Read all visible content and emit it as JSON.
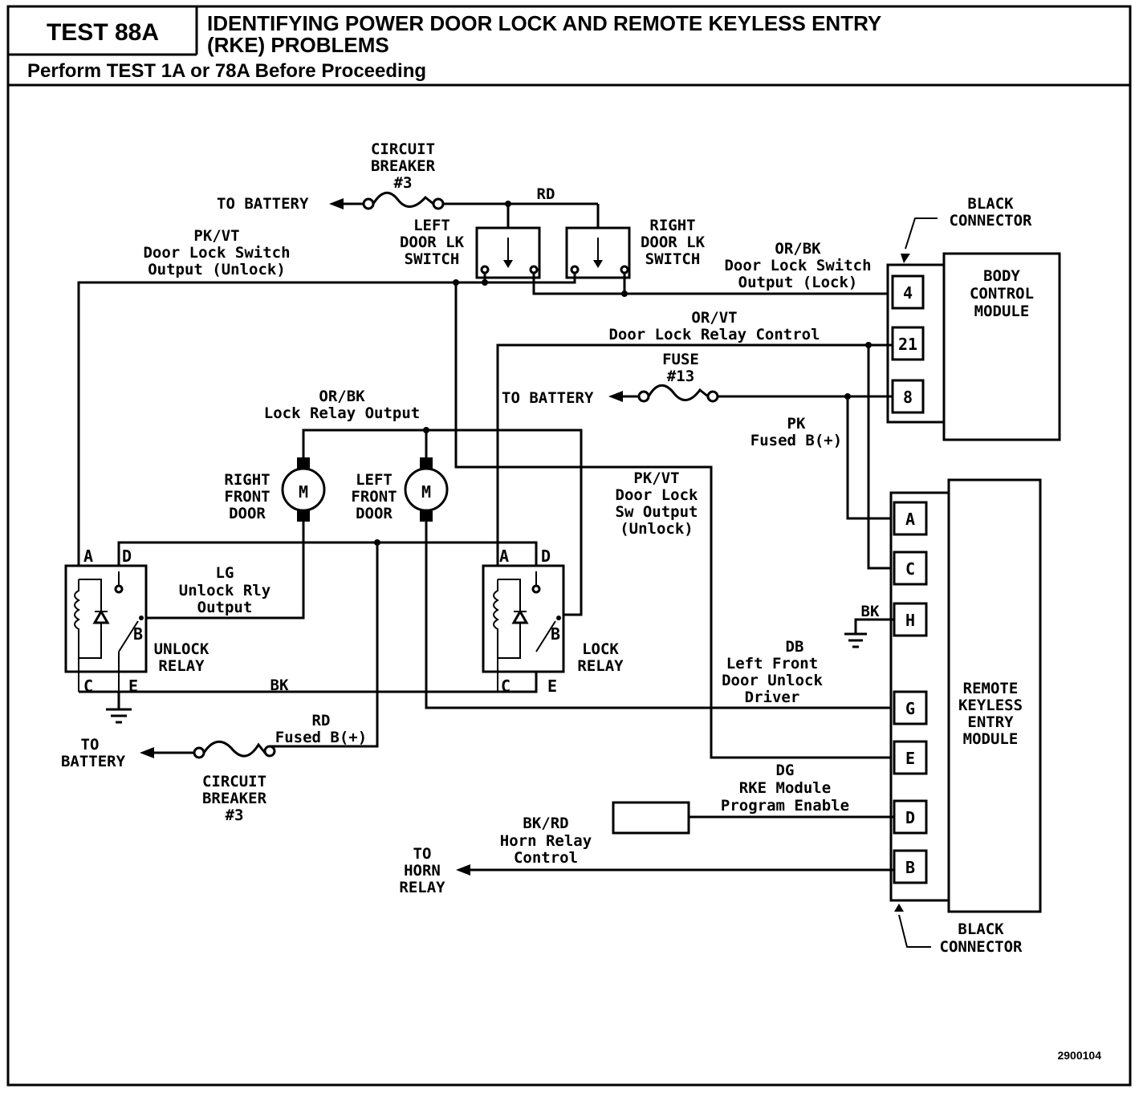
{
  "header": {
    "test_id": "TEST 88A",
    "title_line1": "IDENTIFYING POWER DOOR LOCK AND REMOTE KEYLESS ENTRY",
    "title_line2": "(RKE) PROBLEMS",
    "subtitle": "Perform TEST 1A or 78A Before Proceeding"
  },
  "labels": {
    "cb_top_1": "CIRCUIT",
    "cb_top_2": "BREAKER",
    "cb_top_3": "#3",
    "to_battery_top": "TO BATTERY",
    "rd_top": "RD",
    "left_sw_1": "LEFT",
    "left_sw_2": "DOOR LK",
    "left_sw_3": "SWITCH",
    "right_sw_1": "RIGHT",
    "right_sw_2": "DOOR LK",
    "right_sw_3": "SWITCH",
    "pkvt_1": "PK/VT",
    "pkvt_2": "Door Lock Switch",
    "pkvt_3": "Output (Unlock)",
    "orbk_1": "OR/BK",
    "orbk_2": "Door Lock Switch",
    "orbk_3": "Output (Lock)",
    "black_conn_top_1": "BLACK",
    "black_conn_top_2": "CONNECTOR",
    "bcm_1": "BODY",
    "bcm_2": "CONTROL",
    "bcm_3": "MODULE",
    "orvt_1": "OR/VT",
    "orvt_2": "Door Lock Relay Control",
    "fuse_1": "FUSE",
    "fuse_2": "#13",
    "to_battery_mid": "TO BATTERY",
    "pk_1": "PK",
    "pk_2": "Fused B(+)",
    "orbk_lock_1": "OR/BK",
    "orbk_lock_2": "Lock Relay Output",
    "rf_door_1": "RIGHT",
    "rf_door_2": "FRONT",
    "rf_door_3": "DOOR",
    "lf_door_1": "LEFT",
    "lf_door_2": "FRONT",
    "lf_door_3": "DOOR",
    "motor_m": "M",
    "pkvt_sw_1": "PK/VT",
    "pkvt_sw_2": "Door Lock",
    "pkvt_sw_3": "Sw Output",
    "pkvt_sw_4": "(Unlock)",
    "lg_1": "LG",
    "lg_2": "Unlock Rly",
    "lg_3": "Output",
    "unlock_relay_1": "UNLOCK",
    "unlock_relay_2": "RELAY",
    "lock_relay_1": "LOCK",
    "lock_relay_2": "RELAY",
    "bk_mid": "BK",
    "bk_h": "BK",
    "db_1": "DB",
    "db_2": "Left Front",
    "db_3": "Door Unlock",
    "db_4": "Driver",
    "rke_1": "REMOTE",
    "rke_2": "KEYLESS",
    "rke_3": "ENTRY",
    "rke_4": "MODULE",
    "rd_fused_1": "RD",
    "rd_fused_2": "Fused B(+)",
    "to_battery_low_1": "TO",
    "to_battery_low_2": "BATTERY",
    "cb_low_1": "CIRCUIT",
    "cb_low_2": "BREAKER",
    "cb_low_3": "#3",
    "dg_1": "DG",
    "dg_2": "RKE Module",
    "dg_3": "Program Enable",
    "bkrd_1": "BK/RD",
    "bkrd_2": "Horn Relay",
    "bkrd_3": "Control",
    "horn_1": "TO",
    "horn_2": "HORN",
    "horn_3": "RELAY",
    "black_conn_bot_1": "BLACK",
    "black_conn_bot_2": "CONNECTOR",
    "figure_id": "2900104"
  },
  "pins": {
    "bcm": [
      "4",
      "21",
      "8"
    ],
    "rke": [
      "A",
      "C",
      "H",
      "G",
      "E",
      "D",
      "B"
    ],
    "relay": [
      "A",
      "D",
      "B",
      "C",
      "E"
    ]
  }
}
